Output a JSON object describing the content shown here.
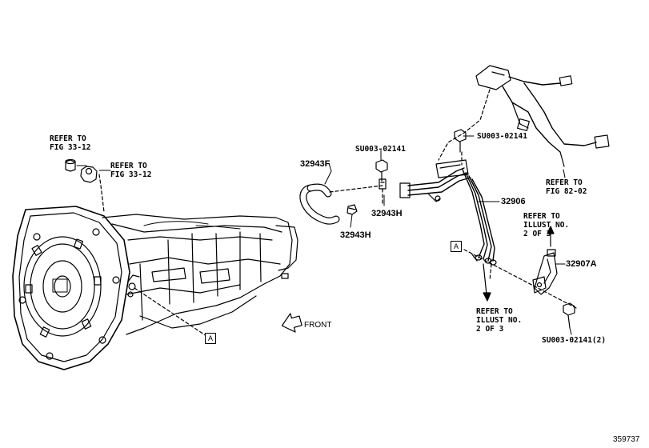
{
  "labels": {
    "refer_fig33_a": "REFER TO\nFIG 33-12",
    "refer_fig33_b": "REFER TO\nFIG 33-12",
    "refer_fig82": "REFER TO\nFIG 82-02",
    "refer_illust_top": "REFER TO\nILLUST NO.\n2 OF 3",
    "refer_illust_bottom": "REFER TO\nILLUST NO.\n2 OF 3",
    "part_32943F": "32943F",
    "part_32943H_a": "32943H",
    "part_32943H_b": "32943H",
    "part_32906": "32906",
    "part_32907A": "32907A",
    "su_left": "SU003-02141",
    "su_right": "SU003-02141",
    "su_bottom": "SU003-02141(2)",
    "box_a_left": "A",
    "box_a_right": "A",
    "front": "FRONT",
    "figure_id": "359737"
  },
  "colors": {
    "line": "#000000",
    "background": "#ffffff"
  },
  "icons": {
    "direction_arrow": "front-arrow-icon"
  }
}
